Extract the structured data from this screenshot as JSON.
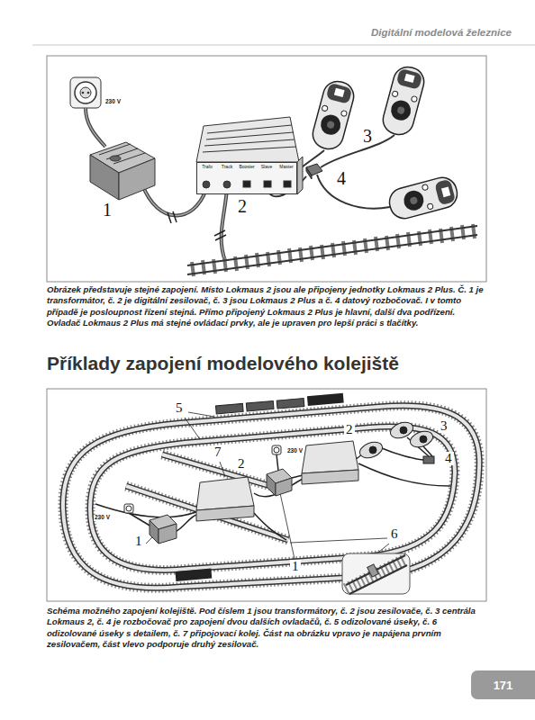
{
  "diagram": {
    "title": "Příklady zapojení modelového kolejiště",
    "nodes": [
      {
        "text": [
          "Trafo",
          "Track",
          "Booster",
          "Slave",
          "Master"
        ]
      },
      {
        "text": [
          "171"
        ]
      }
    ],
    "labels": [
      "Digitální modelová železnice",
      "230 V",
      "1",
      "2",
      "3",
      "4",
      "Obrázek představuje stejné zapojení. Místo Lokmaus 2 jsou ale připojeny jednotky Lokmaus 2 Plus. Č. 1 je transformátor, č. 2 je digitální zesilovač, č. 3 jsou Lokmaus 2 Plus a č. 4 datový rozbočovač. I v tomto případě je posloupnost řízení stejná. Přímo připojený Lokmaus 2 Plus je hlavní, další dva podřízení. Ovladač Lokmaus 2 Plus má stejné ovládací prvky, ale je upraven pro lepší práci s tlačítky.",
      "5",
      "3",
      "2",
      "4",
      "7",
      "230 V",
      "230 V",
      "2",
      "1",
      "6",
      "1",
      "Schéma možného zapojení kolejiště. Pod číslem 1 jsou transformátory, č. 2 jsou zesilovače, č. 3 centrála Lokmaus 2, č. 4 je rozbočovač pro zapojení dvou dalších ovladačů, č. 5 odizolované úseky, č. 6 odizolované úseky s detailem, č. 7 připojovací kolej. Část na obrázku vpravo je napájena prvním zesilovačem, část vlevo podporuje druhý zesilovač."
    ]
  }
}
